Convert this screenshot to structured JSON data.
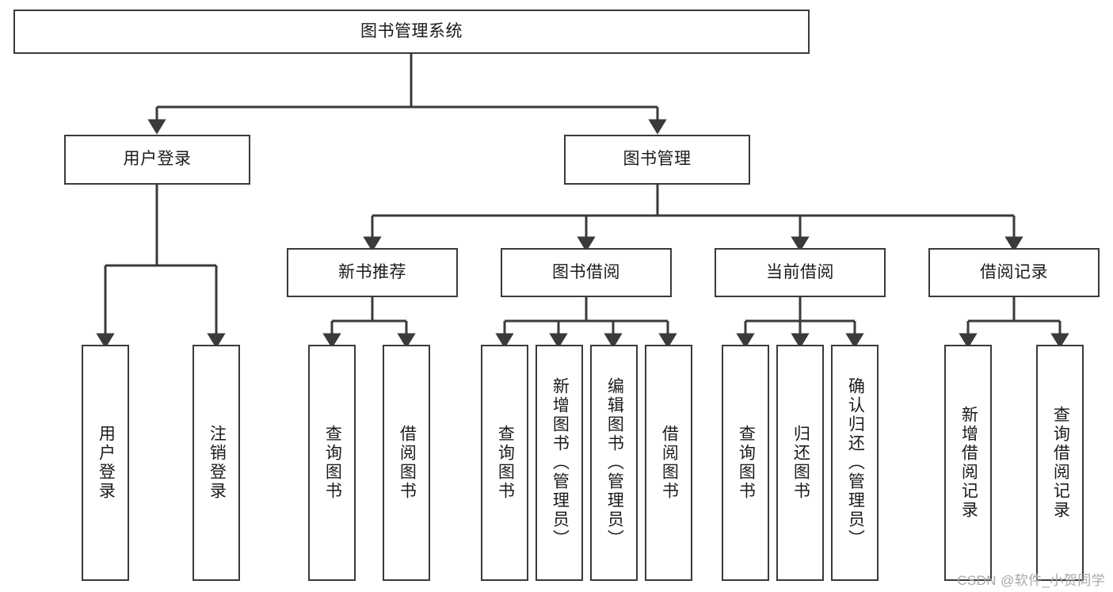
{
  "diagram": {
    "title": "图书管理系统",
    "type": "tree-hierarchy-chart",
    "watermark": "CSDN @软件_小贺同学",
    "line_color": "#3a3a3a",
    "box_fill": "#ffffff",
    "text_color": "#1b1b1b",
    "watermark_color": "#a7a7a7"
  },
  "nodes": {
    "root": {
      "label": "图书管理系统"
    },
    "level1": [
      {
        "id": "user-login",
        "label": "用户登录"
      },
      {
        "id": "book-manage",
        "label": "图书管理"
      }
    ],
    "level2": [
      {
        "id": "new-book-recommend",
        "label": "新书推荐"
      },
      {
        "id": "book-borrow",
        "label": "图书借阅"
      },
      {
        "id": "current-borrow",
        "label": "当前借阅"
      },
      {
        "id": "borrow-record",
        "label": "借阅记录"
      }
    ],
    "leaves": {
      "user-login": [
        {
          "id": "leaf-user-login",
          "label": "用户登录"
        },
        {
          "id": "leaf-logout-login",
          "label": "注销登录"
        }
      ],
      "new-book-recommend": [
        {
          "id": "leaf-query-book-1",
          "label": "查询图书"
        },
        {
          "id": "leaf-borrow-book-1",
          "label": "借阅图书"
        }
      ],
      "book-borrow": [
        {
          "id": "leaf-query-book-2",
          "label": "查询图书"
        },
        {
          "id": "leaf-add-book-admin",
          "label": "新增图书（管理员）"
        },
        {
          "id": "leaf-edit-book-admin",
          "label": "编辑图书（管理员）"
        },
        {
          "id": "leaf-borrow-book-2",
          "label": "借阅图书"
        }
      ],
      "current-borrow": [
        {
          "id": "leaf-query-book-3",
          "label": "查询图书"
        },
        {
          "id": "leaf-return-book",
          "label": "归还图书"
        },
        {
          "id": "leaf-confirm-return-admin",
          "label": "确认归还（管理员）"
        }
      ],
      "borrow-record": [
        {
          "id": "leaf-add-borrow-record",
          "label": "新增借阅记录"
        },
        {
          "id": "leaf-query-borrow-record",
          "label": "查询借阅记录"
        }
      ]
    }
  }
}
